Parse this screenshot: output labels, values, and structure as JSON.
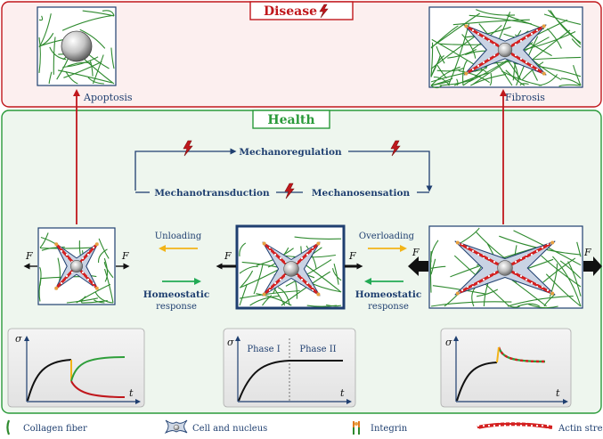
{
  "disease": {
    "title": "Disease",
    "left_label": "Apoptosis",
    "right_label": "Fibrosis"
  },
  "health": {
    "title": "Health"
  },
  "loop": {
    "top": "Mechanoregulation",
    "left": "Mechanotransduction",
    "right": "Mechanosensation"
  },
  "arrows": {
    "unloading": "Unloading",
    "overloading": "Overloading",
    "force": "F"
  },
  "homeostatic": {
    "left_bold": "Homeostatic",
    "left_sub": "response",
    "right_bold": "Homeostatic",
    "right_sub": "response"
  },
  "plots": {
    "left": {
      "ylabel": "σ",
      "xlabel": "t"
    },
    "middle": {
      "ylabel": "σ",
      "xlabel": "t",
      "phase1": "Phase I",
      "phase2": "Phase II"
    },
    "right": {
      "ylabel": "σ",
      "xlabel": "t"
    }
  },
  "legend": {
    "collagen": "Collagen fiber",
    "cell": "Cell and nucleus",
    "integrin": "Integrin",
    "actin": "Actin stress fiber"
  },
  "colors": {
    "disease_red": "#c0171c",
    "health_green": "#2a9a3a",
    "navy": "#1f3f70",
    "fiber_green": "#2e8a2e",
    "unloading_arrow": "#f2b418",
    "homeostatic_arrow": "#22aa55"
  }
}
